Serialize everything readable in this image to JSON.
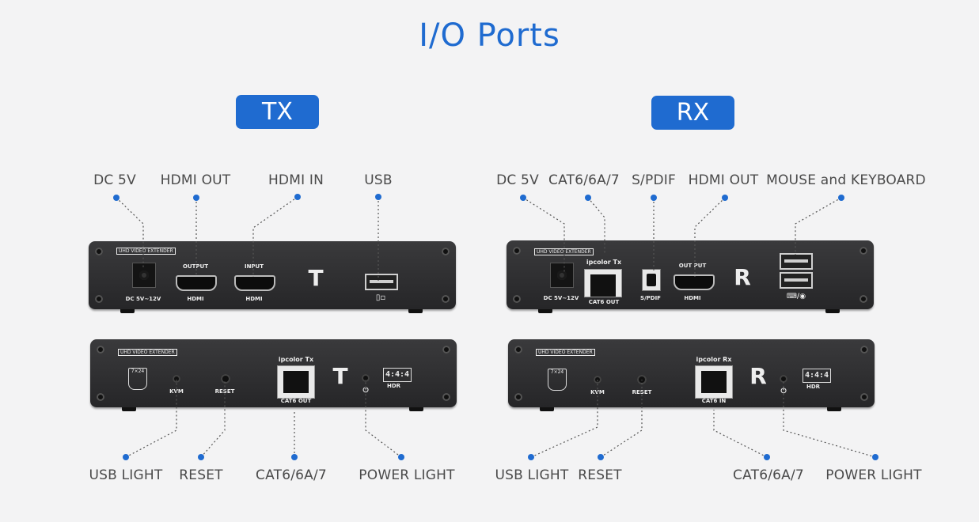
{
  "title": "I/O Ports",
  "tx": {
    "badge": "TX",
    "top_callouts": [
      "DC 5V",
      "HDMI OUT",
      "HDMI IN",
      "USB"
    ],
    "bottom_callouts": [
      "USB LIGHT",
      "RESET",
      "CAT6/6A/7",
      "POWER LIGHT"
    ],
    "front": {
      "brand": "UHD VIDEO EXTENDER",
      "dc_label": "DC 5V~12V",
      "output_label": "OUTPUT",
      "hdmi_label_1": "HDMI",
      "input_label": "INPUT",
      "hdmi_label_2": "HDMI",
      "letter": "T"
    },
    "back": {
      "brand": "UHD VIDEO EXTENDER",
      "badge_7x24": "7×24",
      "kvm_label": "KVM",
      "reset_label": "RESET",
      "rj_brand": "ipcolor  Tx",
      "cat6_label": "CAT6   OUT",
      "letter": "T",
      "hdr_res": "4:4:4",
      "hdr": "HDR",
      "power_icon": "⏻"
    }
  },
  "rx": {
    "badge": "RX",
    "top_callouts": [
      "DC 5V",
      "CAT6/6A/7",
      "S/PDIF",
      "HDMI OUT",
      "MOUSE and KEYBOARD"
    ],
    "bottom_callouts": [
      "USB LIGHT",
      "RESET",
      "CAT6/6A/7",
      "POWER LIGHT"
    ],
    "front": {
      "brand": "UHD VIDEO EXTENDER",
      "dc_label": "DC 5V~12V",
      "rj_brand": "ipcolor  Tx",
      "cat6_label": "CAT6   OUT",
      "spdif_label": "S/PDIF",
      "output_label": "OUT PUT",
      "hdmi_label": "HDMI",
      "letter": "R"
    },
    "back": {
      "brand": "UHD VIDEO EXTENDER",
      "badge_7x24": "7×24",
      "kvm_label": "KVM",
      "reset_label": "RESET",
      "rj_brand": "ipcolor  Rx",
      "cat6_label": "CAT6   IN",
      "letter": "R",
      "hdr_res": "4:4:4",
      "hdr": "HDR",
      "power_icon": "⏻"
    }
  },
  "colors": {
    "accent": "#1f6bd0",
    "background": "#f3f3f4",
    "device": "#2f2f31"
  }
}
